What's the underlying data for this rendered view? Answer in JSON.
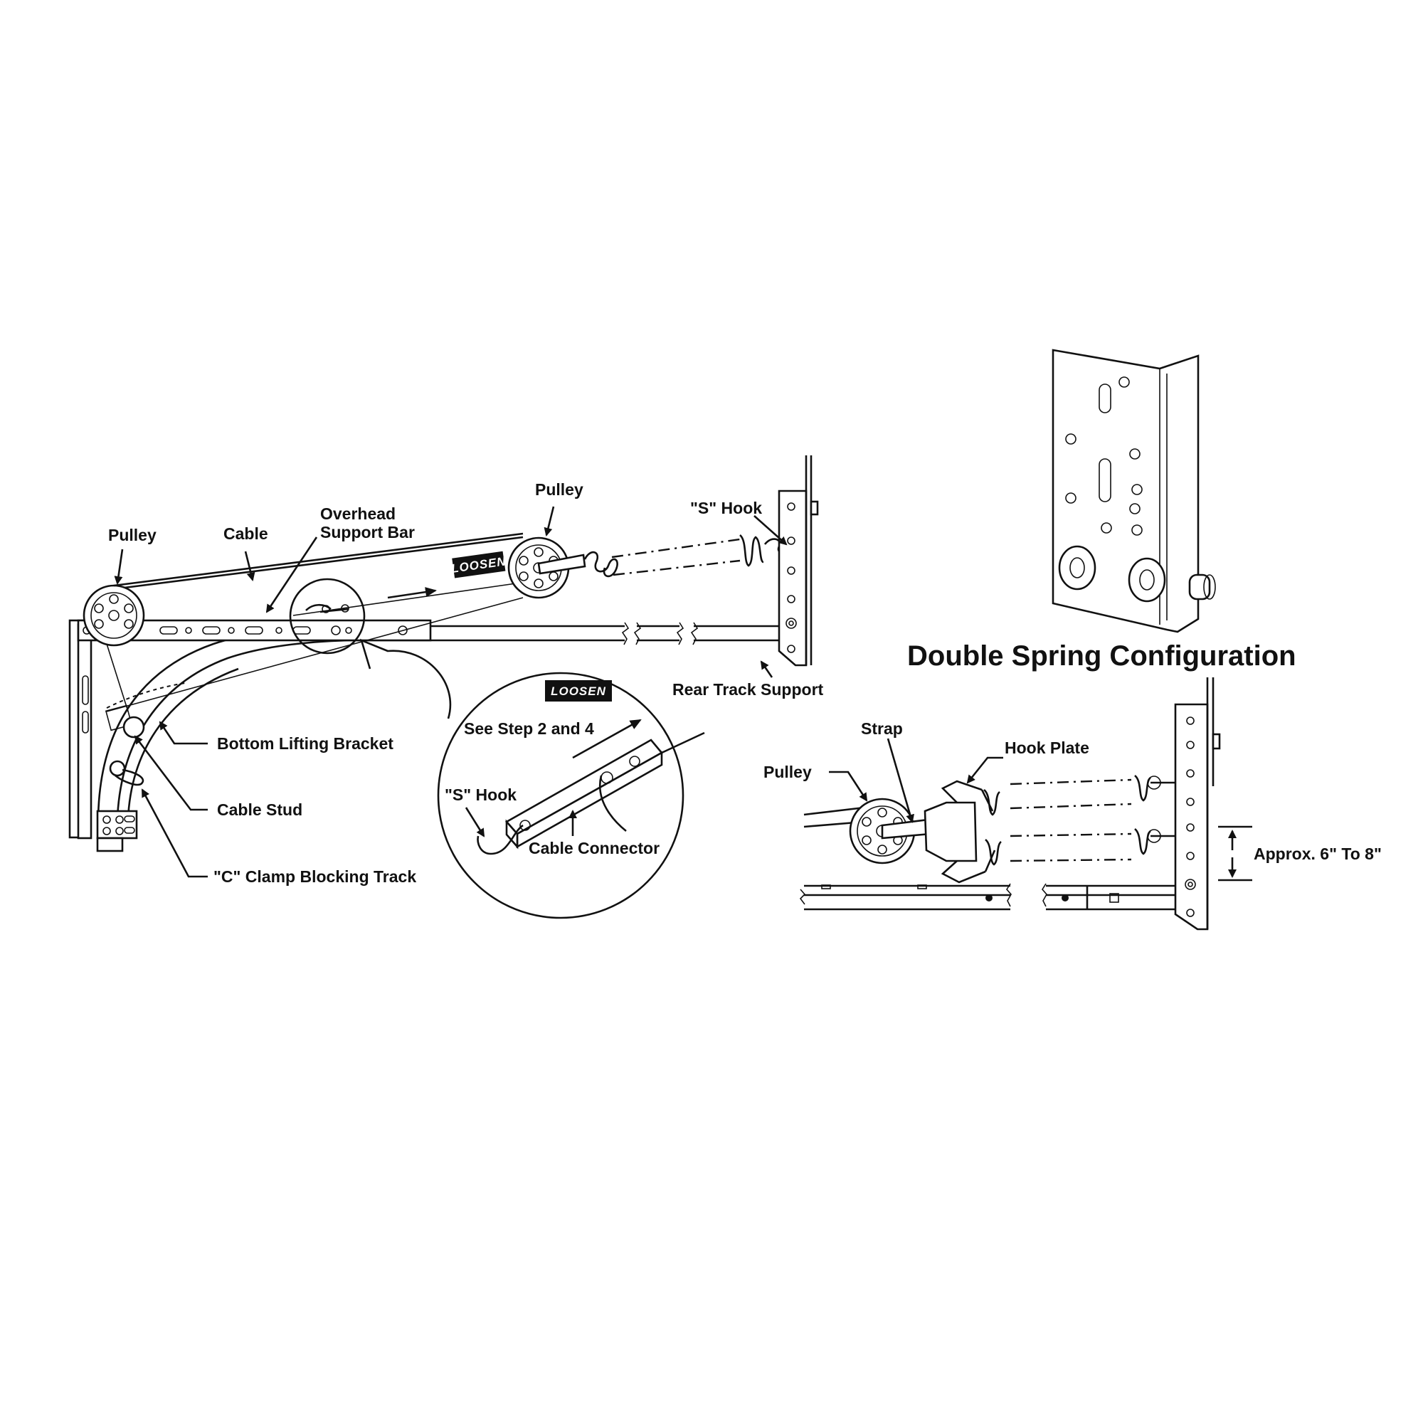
{
  "colors": {
    "ink": "#111111",
    "background": "#ffffff"
  },
  "main_diagram": {
    "labels": {
      "pulley_left": "Pulley",
      "cable": "Cable",
      "overhead_support_bar": "Overhead\nSupport Bar",
      "pulley_right": "Pulley",
      "s_hook": "\"S\" Hook",
      "rear_track_support": "Rear Track Support",
      "bottom_lifting_bracket": "Bottom Lifting Bracket",
      "cable_stud": "Cable Stud",
      "c_clamp": "\"C\" Clamp Blocking Track",
      "loosen_tag": "LOOSEN"
    }
  },
  "inset_detail": {
    "loosen_tag": "LOOSEN",
    "see_step": "See Step 2 and  4",
    "s_hook": "\"S\" Hook",
    "cable_connector": "Cable Connector"
  },
  "double_spring": {
    "title": "Double Spring Configuration",
    "labels": {
      "strap": "Strap",
      "hook_plate": "Hook Plate",
      "pulley": "Pulley",
      "spacing": "Approx. 6\" To 8\""
    }
  }
}
